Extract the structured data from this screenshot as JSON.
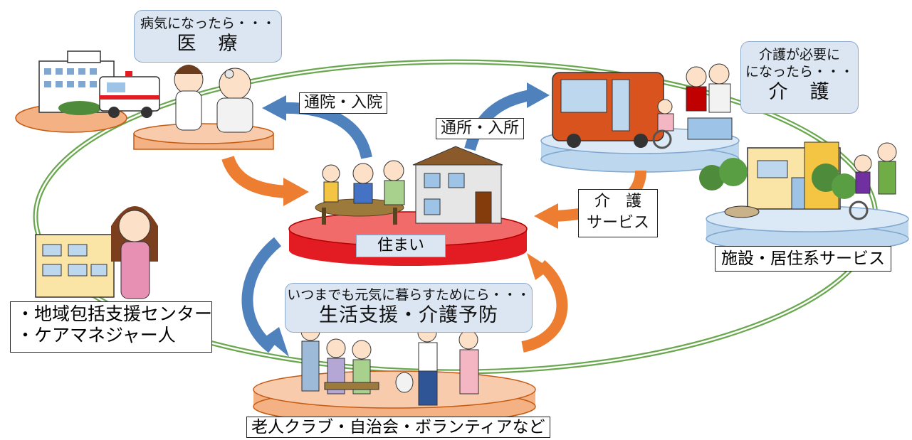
{
  "medical": {
    "sub": "病気になったら・・・",
    "main": "医　療"
  },
  "care": {
    "sub_line1": "介護が必要に",
    "sub_line2": "になったら・・・",
    "main": "介　護"
  },
  "prevention": {
    "sub": "いつまでも元気に暮らすためにら・・・",
    "main": "生活支援・介護予防"
  },
  "arrows": {
    "hospital": "通院・入院",
    "daycare": "通所・入所",
    "care_service_line1": "介　護",
    "care_service_line2": "サービス"
  },
  "home": {
    "label": "住まい"
  },
  "facility": {
    "label": "施設・居住系サービス"
  },
  "support_center": {
    "line1": "・地域包括支援センター",
    "line2": "・ケアマネジャー人"
  },
  "community": {
    "label": "老人クラブ・自治会・ボランティアなど"
  },
  "colors": {
    "ring_green": "#6aa84f",
    "arrow_blue": "#4f81bd",
    "arrow_orange": "#ed7d31",
    "platform_peach": "#f4b183",
    "platform_blue": "#bdd7ee",
    "platform_red": "#e31b23",
    "callout_fill": "#dce6f2"
  }
}
